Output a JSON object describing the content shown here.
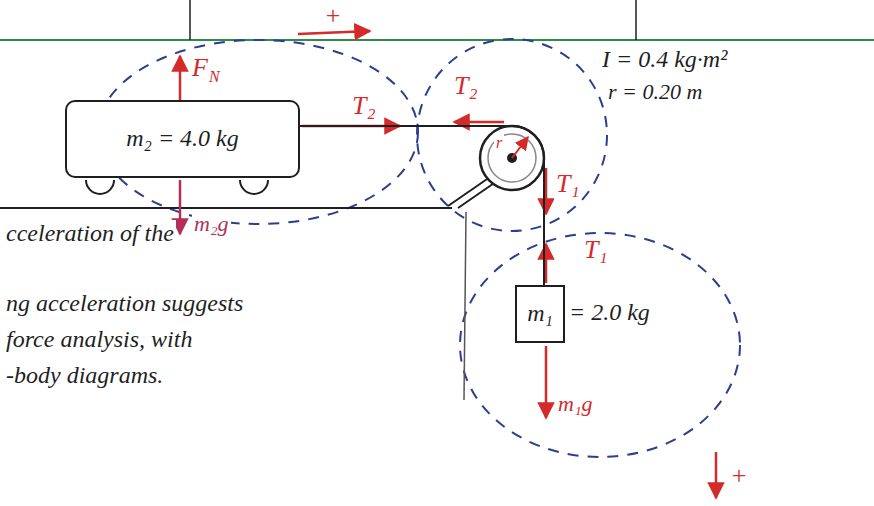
{
  "diagram": {
    "nodes": [
      {
        "text": [
          "m₂ = 4.0 kg"
        ]
      },
      {
        "text": [
          "m₁",
          "= 2.0 kg"
        ]
      }
    ],
    "edges": [
      {
        "from": 0,
        "to": 1,
        "arrow": "none"
      }
    ],
    "labels": [
      "+",
      "F",
      "N",
      "T₂",
      "T₂",
      "r",
      "I = 0.4 kg·m²",
      "r = 0.20 m",
      "m₂g",
      "T₁",
      "T₁",
      "m₁g",
      "+",
      "cceleration of the",
      "ng acceleration suggests",
      "force analysis, with",
      "-body diagrams."
    ]
  }
}
